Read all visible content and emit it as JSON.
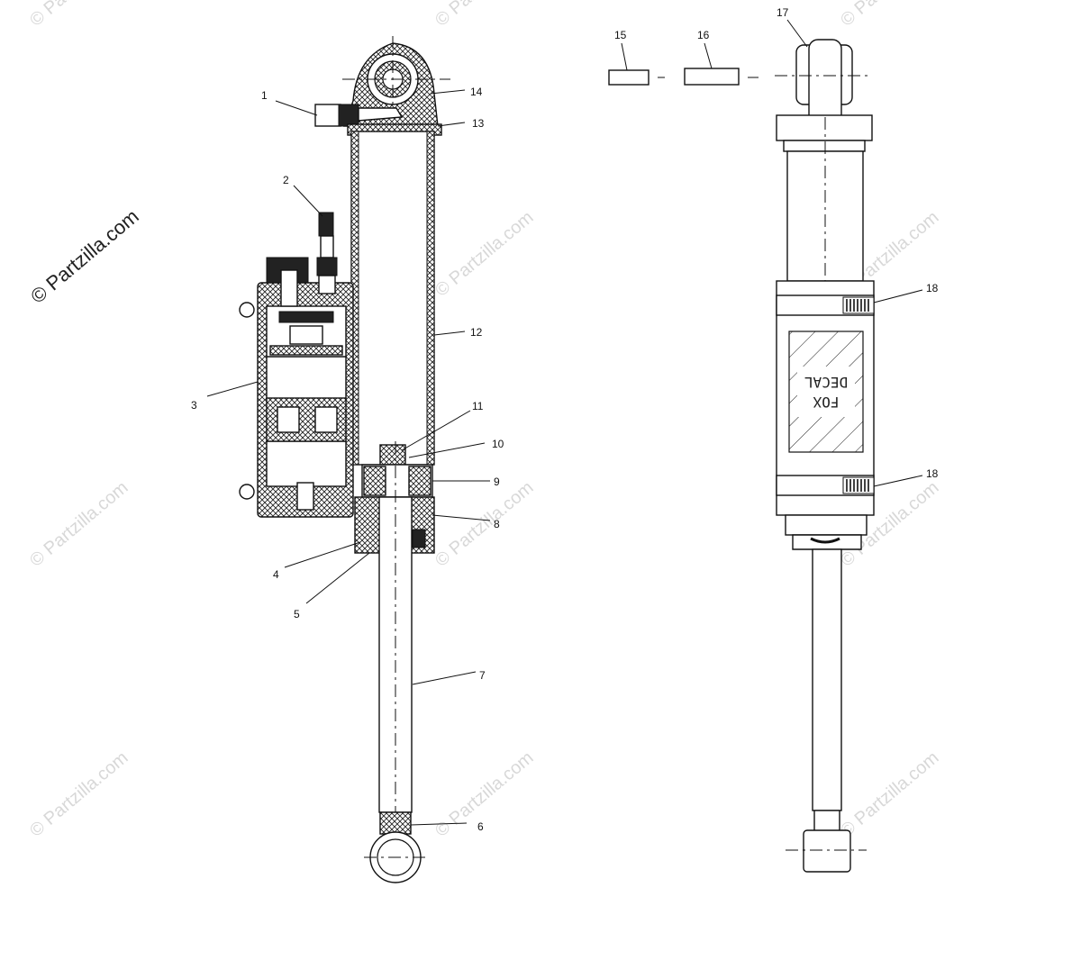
{
  "watermark": {
    "main": "© Partzilla.com",
    "repeat": "© Partzilla.com"
  },
  "decal_text": {
    "line1": "FOX",
    "line2": "DECAL"
  },
  "callouts": [
    {
      "id": "1",
      "label": "1"
    },
    {
      "id": "2",
      "label": "2"
    },
    {
      "id": "3",
      "label": "3"
    },
    {
      "id": "4",
      "label": "4"
    },
    {
      "id": "5",
      "label": "5"
    },
    {
      "id": "6",
      "label": "6"
    },
    {
      "id": "7",
      "label": "7"
    },
    {
      "id": "8",
      "label": "8"
    },
    {
      "id": "9",
      "label": "9"
    },
    {
      "id": "10",
      "label": "10"
    },
    {
      "id": "11",
      "label": "11"
    },
    {
      "id": "12",
      "label": "12"
    },
    {
      "id": "13",
      "label": "13"
    },
    {
      "id": "14",
      "label": "14"
    },
    {
      "id": "15",
      "label": "15"
    },
    {
      "id": "16",
      "label": "16"
    },
    {
      "id": "17",
      "label": "17"
    },
    {
      "id": "18a",
      "label": "18"
    },
    {
      "id": "18b",
      "label": "18"
    }
  ]
}
